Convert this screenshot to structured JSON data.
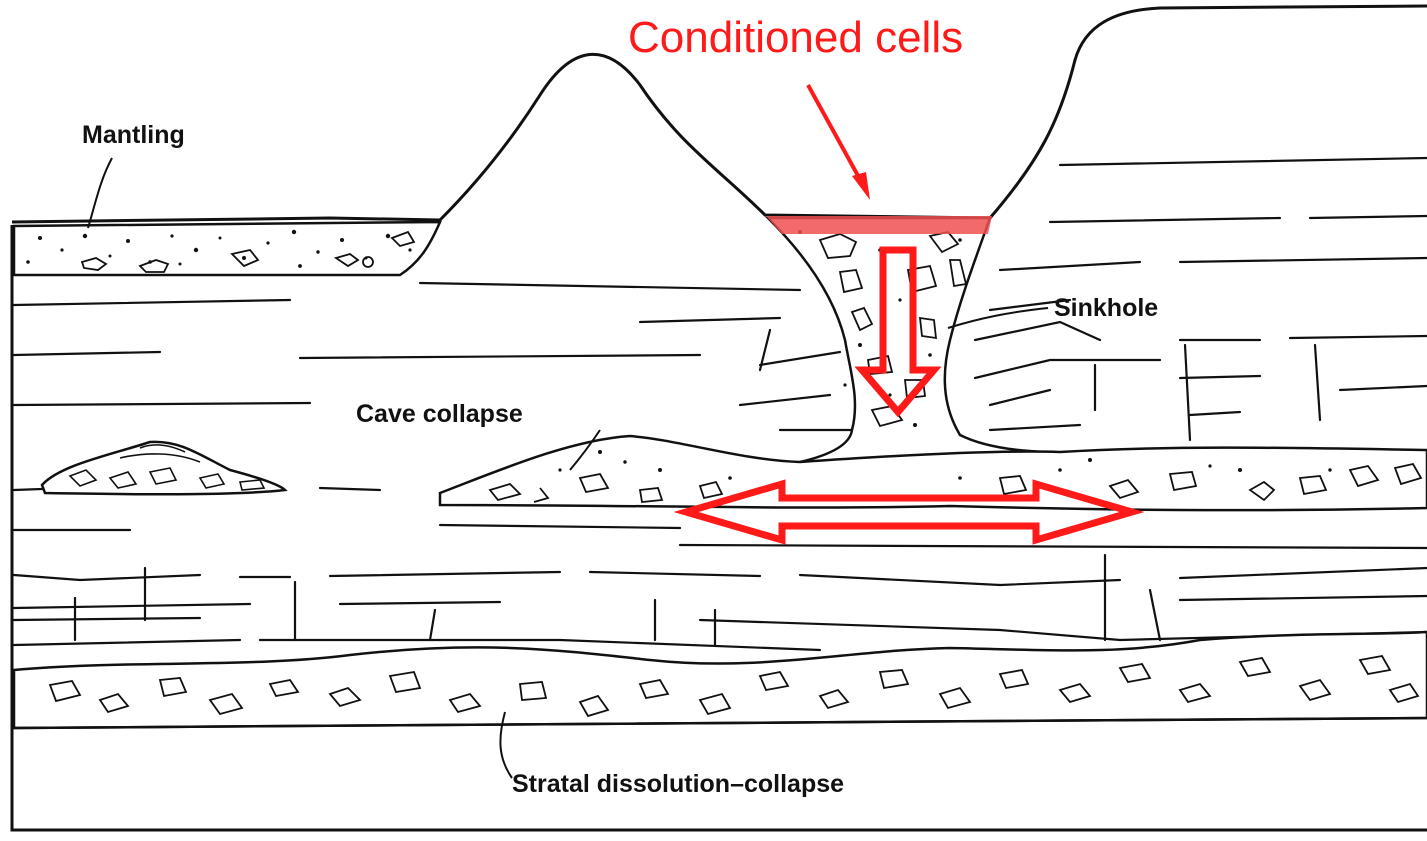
{
  "labels": {
    "mantling": "Mantling",
    "sinkhole": "Sinkhole",
    "cave_collapse": "Cave collapse",
    "stratal": "Stratal dissolution–collapse"
  },
  "annotation": {
    "conditioned_cells": "Conditioned cells",
    "color": "#ff1a1a"
  },
  "colors": {
    "line": "#111111",
    "background": "#ffffff",
    "highlight_fill": "#f05050"
  }
}
